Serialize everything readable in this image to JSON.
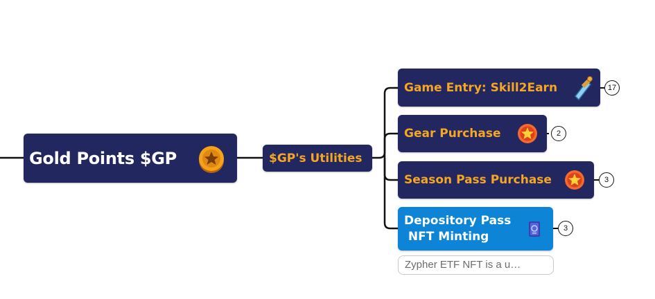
{
  "root": {
    "label": "Gold Points $GP",
    "icon": "gold-coin-icon"
  },
  "utilities": {
    "label": "$GP's Utilities"
  },
  "children": [
    {
      "label": "Game Entry: Skill2Earn",
      "icon": "sword-icon",
      "count": "17"
    },
    {
      "label": "Gear Purchase",
      "icon": "star-badge-icon",
      "count": "2"
    },
    {
      "label": "Season Pass Purchase",
      "icon": "star-badge-icon",
      "count": "3"
    },
    {
      "label": "Depository Pass\n NFT Minting",
      "icon": "nft-pass-icon",
      "count": "3"
    }
  ],
  "note": {
    "text": "Zypher ETF NFT is a u…"
  },
  "colors": {
    "node_dark": "#23275f",
    "node_highlight": "#0d84d6",
    "label_orange": "#f5a623",
    "connector": "#111111"
  }
}
